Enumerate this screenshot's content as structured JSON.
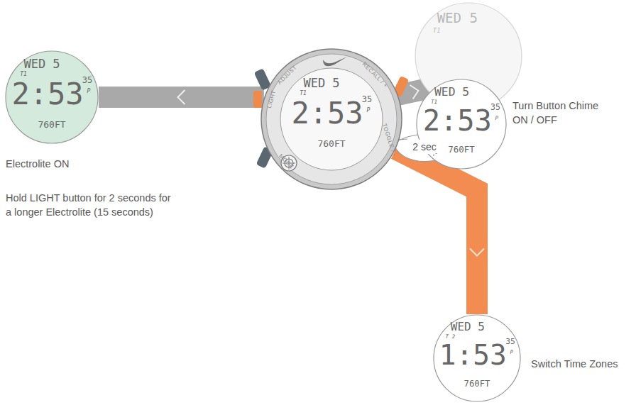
{
  "diagram": {
    "nodes": [
      {
        "text": [
          "WED 5",
          "T1",
          "2:53",
          "35",
          "P",
          "760FT",
          "LIGHT",
          "ADJUST",
          "MODE",
          "RECALL / +",
          "TOGGLE / -"
        ]
      },
      {
        "text": [
          "WED 5",
          "T1",
          "2:53",
          "35",
          "P",
          "760FT"
        ]
      },
      {
        "text": [
          "WED 5",
          "T1"
        ]
      },
      {
        "text": [
          "WED 5",
          "T1",
          "2:53",
          "35",
          "P",
          "760FT"
        ]
      },
      {
        "text": [
          "WED 5",
          "T 2",
          "1:53",
          "35",
          "P",
          "760FT"
        ]
      }
    ],
    "edges": [
      {
        "from": 0,
        "to": 1,
        "arrow": "to"
      },
      {
        "from": 0,
        "to": 3,
        "arrow": "to"
      },
      {
        "from": 0,
        "to": 4,
        "arrow": "to",
        "label": "2 sec"
      }
    ],
    "labels": [
      "Electrolite ON",
      "Hold LIGHT button for 2 seconds for a longer Electrolite (15 seconds)",
      "Turn Button Chime ON / OFF",
      "Switch Time Zones"
    ]
  }
}
